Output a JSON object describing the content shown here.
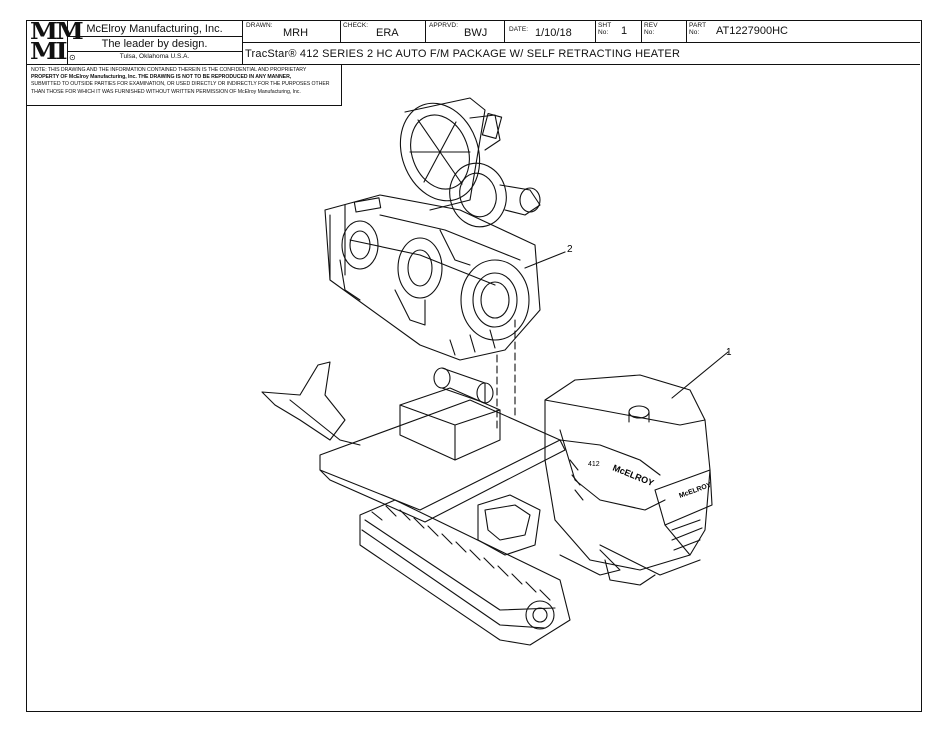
{
  "logo": {
    "line1": "MM",
    "line2": "MI"
  },
  "company": {
    "name": "McElroy Manufacturing, Inc.",
    "slogan": "The leader by design.",
    "location": "Tulsa, Oklahoma U.S.A.",
    "gear_icon": "⊙"
  },
  "title_block": {
    "drawn_label": "DRAWN:",
    "drawn_value": "MRH",
    "check_label": "CHECK:",
    "check_value": "ERA",
    "apprvd_label": "APPRVD:",
    "apprvd_value": "BWJ",
    "date_label": "DATE:",
    "date_value": "1/10/18",
    "sht_label_1": "SHT",
    "sht_label_2": "No:",
    "sht_value": "1",
    "rev_label_1": "REV",
    "rev_label_2": "No:",
    "rev_value": "",
    "part_label_1": "PART",
    "part_label_2": "No:",
    "part_value": "AT1227900HC",
    "description": "TracStar® 412 SERIES 2 HC AUTO F/M PACKAGE W/ SELF RETRACTING HEATER"
  },
  "note": {
    "line1": "NOTE: THIS DRAWING AND THE INFORMATION CONTAINED THEREIN IS THE CONFIDENTIAL AND PROPRIETARY",
    "line2": "PROPERTY OF McElroy Manufacturing, Inc. THE DRAWING IS NOT TO BE REPRODUCED IN ANY MANNER,",
    "line3": "SUBMITTED TO OUTSIDE PARTIES FOR EXAMINATION, OR USED DIRECTLY OR INDIRECTLY FOR THE PURPOSES OTHER",
    "line4": "THAN THOSE FOR WHICH IT WAS FURNISHED WITHOUT WRITTEN PERMISSION OF McElroy Manufacturing, Inc."
  },
  "balloons": {
    "item1": "1",
    "item2": "2"
  },
  "machine_text": {
    "brand": "McELROY",
    "model": "412"
  }
}
